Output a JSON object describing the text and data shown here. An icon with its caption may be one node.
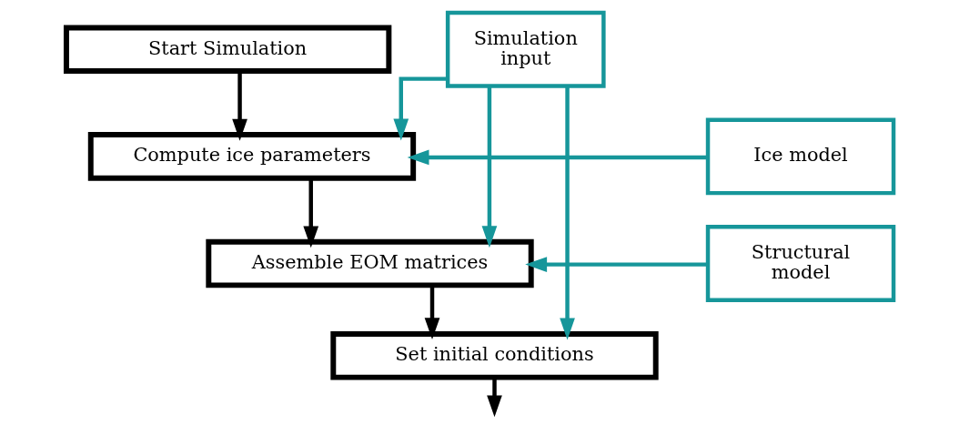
{
  "diagram": {
    "nodes": [
      {
        "text": [
          "Simulation input"
        ]
      },
      {
        "text": [
          "Start Simulation"
        ]
      },
      {
        "text": [
          "Compute ice parameters"
        ]
      },
      {
        "text": [
          "Assemble EOM matrices"
        ]
      },
      {
        "text": [
          "Set initial conditions"
        ]
      },
      {
        "text": [
          "Ice model"
        ]
      },
      {
        "text": [
          "Structural model"
        ]
      }
    ],
    "edges": [
      {
        "from": 1,
        "to": 2,
        "arrow": "to",
        "color": "#000000"
      },
      {
        "from": 2,
        "to": 3,
        "arrow": "to",
        "color": "#000000"
      },
      {
        "from": 3,
        "to": 4,
        "arrow": "to",
        "color": "#000000"
      },
      {
        "from": 4,
        "to": null,
        "arrow": "to",
        "color": "#000000"
      },
      {
        "from": 0,
        "to": 2,
        "arrow": "to"
      },
      {
        "from": 0,
        "to": 3,
        "arrow": "to"
      },
      {
        "from": 0,
        "to": 4,
        "arrow": "to"
      },
      {
        "from": 5,
        "to": 2,
        "arrow": "to"
      },
      {
        "from": 6,
        "to": 3,
        "arrow": "to"
      }
    ]
  }
}
